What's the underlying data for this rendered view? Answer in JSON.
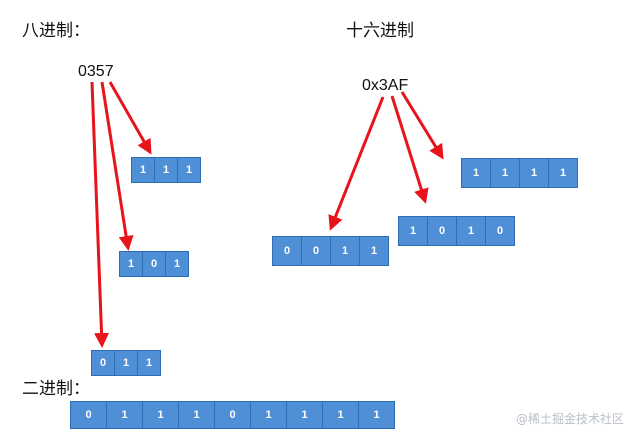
{
  "labels": {
    "octal_heading": "八进制：",
    "hex_heading": "十六进制",
    "binary_heading": "二进制：",
    "octal_value": "0357",
    "hex_value": "0x3AF"
  },
  "octal_groups": [
    [
      "1",
      "1",
      "1"
    ],
    [
      "1",
      "0",
      "1"
    ],
    [
      "0",
      "1",
      "1"
    ]
  ],
  "hex_groups": [
    [
      "1",
      "1",
      "1",
      "1"
    ],
    [
      "1",
      "0",
      "1",
      "0"
    ],
    [
      "0",
      "0",
      "1",
      "1"
    ]
  ],
  "binary_bits": [
    "0",
    "1",
    "1",
    "1",
    "0",
    "1",
    "1",
    "1",
    "1"
  ],
  "watermark": "@稀土掘金技术社区",
  "colors": {
    "box_fill": "#4f8fd6",
    "box_border": "#2f6db5",
    "arrow": "#e8141c"
  }
}
